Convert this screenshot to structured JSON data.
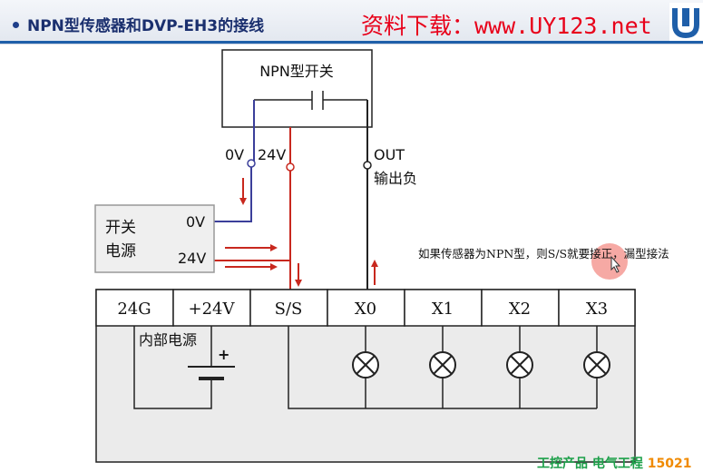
{
  "header": {
    "title": "NPN型传感器和DVP-EH3的接线",
    "watermark": "资料下载：www.UY123.net"
  },
  "switch_box": {
    "label": "NPN型开关"
  },
  "wire_labels": {
    "zero_v": "0V",
    "v24": "24V",
    "out": "OUT",
    "out_desc": "输出负"
  },
  "power_supply": {
    "label_line1": "开关",
    "label_line2": "电源",
    "terminal_0v": "0V",
    "terminal_24v": "24V"
  },
  "plc": {
    "terminals": [
      "24G",
      "+24V",
      "S/S",
      "X0",
      "X1",
      "X2",
      "X3"
    ],
    "internal_power_label": "内部电源",
    "plus_sign": "+"
  },
  "note": "如果传感器为NPN型，则S/S就要接正，漏型接法",
  "footer": {
    "part1": "工控产品",
    "part2": "电气工程",
    "part3": "15021"
  },
  "colors": {
    "blue_wire": "#3b3f9a",
    "red_wire": "#c8281e",
    "black_wire": "#222222",
    "header_accent": "#1f5fa9",
    "watermark": "#e8001a"
  }
}
